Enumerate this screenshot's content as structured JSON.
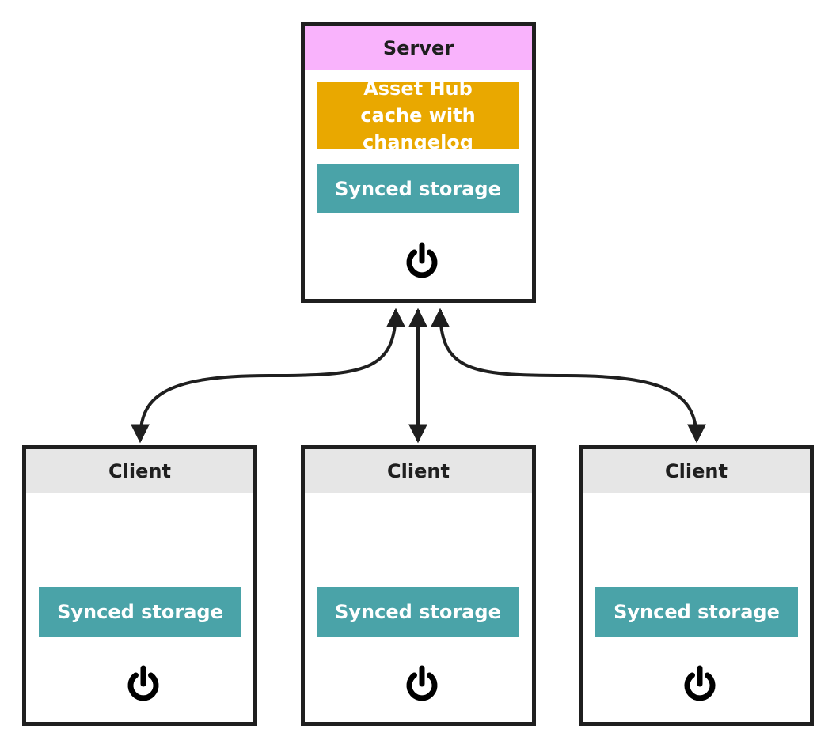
{
  "colors": {
    "server_header": "#f9b3fc",
    "client_header": "#e6e6e6",
    "cache_chip": "#e9a800",
    "storage_chip": "#4aa3a8",
    "border": "#1f1f1f"
  },
  "server": {
    "title": "Server",
    "cache_label": "Asset Hub cache with changelog",
    "storage_label": "Synced storage",
    "icon": "power-icon"
  },
  "clients": [
    {
      "title": "Client",
      "storage_label": "Synced storage",
      "icon": "power-icon"
    },
    {
      "title": "Client",
      "storage_label": "Synced storage",
      "icon": "power-icon"
    },
    {
      "title": "Client",
      "storage_label": "Synced storage",
      "icon": "power-icon"
    }
  ],
  "edges": [
    {
      "from": "server",
      "to": "client-1",
      "direction": "both"
    },
    {
      "from": "server",
      "to": "client-2",
      "direction": "both"
    },
    {
      "from": "server",
      "to": "client-3",
      "direction": "both"
    }
  ]
}
